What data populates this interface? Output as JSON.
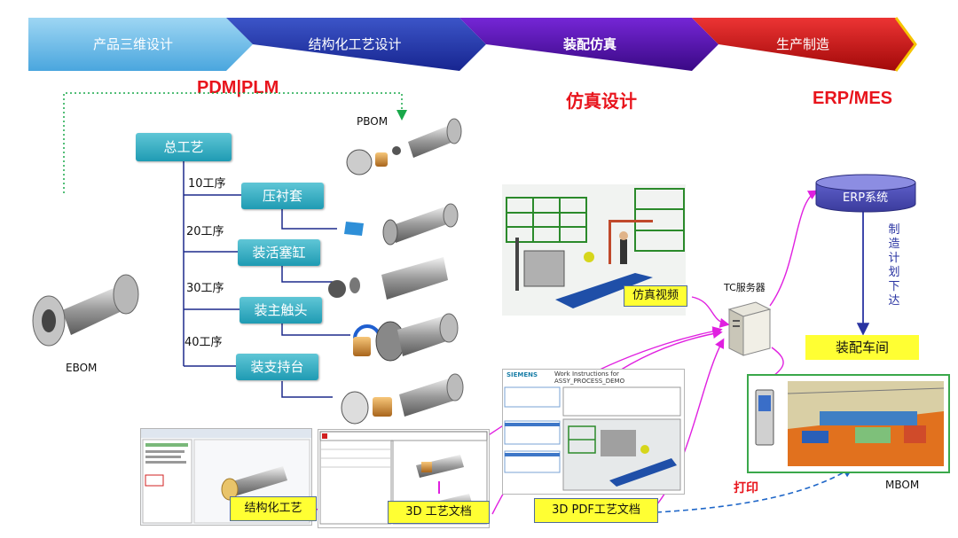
{
  "banner": {
    "steps": [
      {
        "label": "产品三维设计",
        "color_top": "#8fcff0",
        "color_bottom": "#5aaee0"
      },
      {
        "label": "结构化工艺设计",
        "color_top": "#3a4fc1",
        "color_bottom": "#1a2a95"
      },
      {
        "label": "装配仿真",
        "color_top": "#6a1ec8",
        "color_bottom": "#3c0a8a"
      },
      {
        "label": "生产制造",
        "color_top": "#e03030",
        "color_bottom": "#a50b0b"
      }
    ]
  },
  "headings": {
    "pdm_plm": "PDM|PLM",
    "sim_design": "仿真设计",
    "erp_mes": "ERP/MES"
  },
  "bom": {
    "pbom": "PBOM",
    "ebom": "EBOM",
    "mbom": "MBOM"
  },
  "process_tree": {
    "root": "总工艺",
    "steps": [
      {
        "number": "10工序",
        "name": "压衬套"
      },
      {
        "number": "20工序",
        "name": "装活塞缸"
      },
      {
        "number": "30工序",
        "name": "装主触头"
      },
      {
        "number": "40工序",
        "name": "装支持台"
      }
    ]
  },
  "tc_server": {
    "label": "TC服务器"
  },
  "erp_system": {
    "label": "ERP系统"
  },
  "plan_dispatch": {
    "label": "制造计划下达"
  },
  "workshop": {
    "label": "装配车间"
  },
  "print": {
    "label": "打印"
  },
  "doc_labels": {
    "sim_video": "仿真视频",
    "structured_process": "结构化工艺",
    "process_doc_3d": "3D 工艺文档",
    "pdf_doc_3d": "3D PDF工艺文档"
  },
  "screens": {
    "siemens": "SIEMENS",
    "wi_title": "Work Instructions for ASSY_PROCESS_DEMO"
  },
  "colors": {
    "accent_red": "#e8141c",
    "teal": "#2aa7bf",
    "yellow": "#ffff33",
    "magenta": "#e020e0",
    "navy": "#2a34a2",
    "green_dotted": "#19a84a"
  }
}
